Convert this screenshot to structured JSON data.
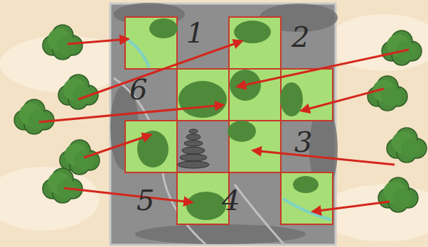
{
  "diagram": {
    "labels": [
      "1",
      "2",
      "6",
      "3",
      "5",
      "4"
    ]
  }
}
